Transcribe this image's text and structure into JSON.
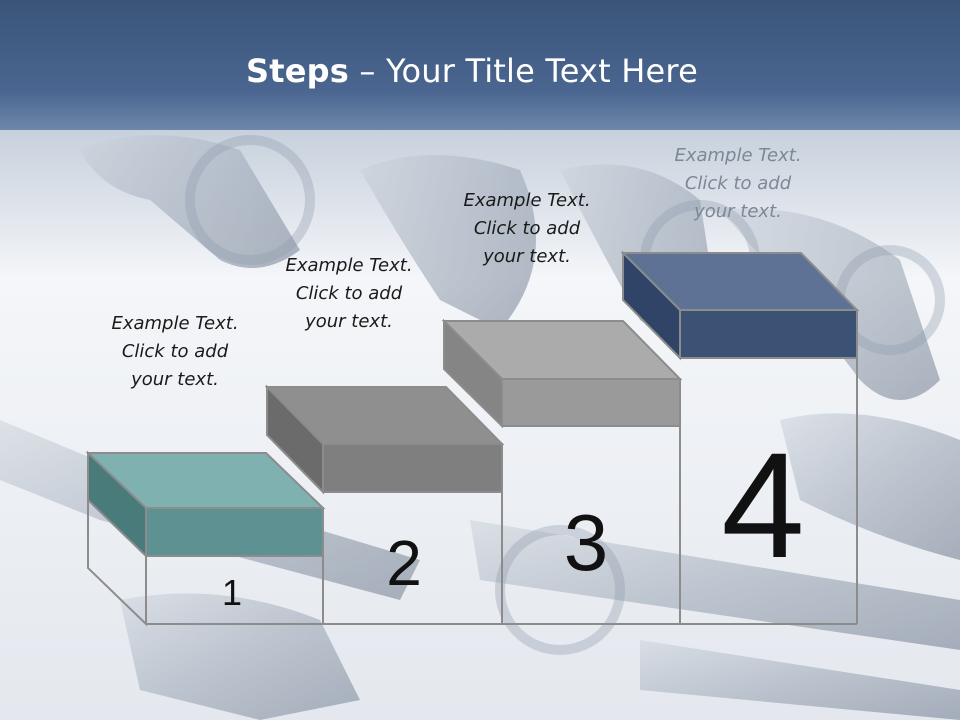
{
  "slide": {
    "title_bold": "Steps",
    "title_rest": " – Your Title Text Here"
  },
  "steps": [
    {
      "number": "1",
      "caption": [
        "Example Text.",
        "Click  to add",
        "your text."
      ],
      "color": "#5e9292"
    },
    {
      "number": "2",
      "caption": [
        "Example Text.",
        "Click  to add",
        "your text."
      ],
      "color": "#7f7f7f"
    },
    {
      "number": "3",
      "caption": [
        "Example Text.",
        "Click  to add",
        "your text."
      ],
      "color": "#9a9a9a"
    },
    {
      "number": "4",
      "caption": [
        "Example Text.",
        "Click  to add",
        "your text."
      ],
      "color": "#3c5275"
    }
  ],
  "colors": {
    "header": "#435d83",
    "outline": "#8c8c8c"
  }
}
